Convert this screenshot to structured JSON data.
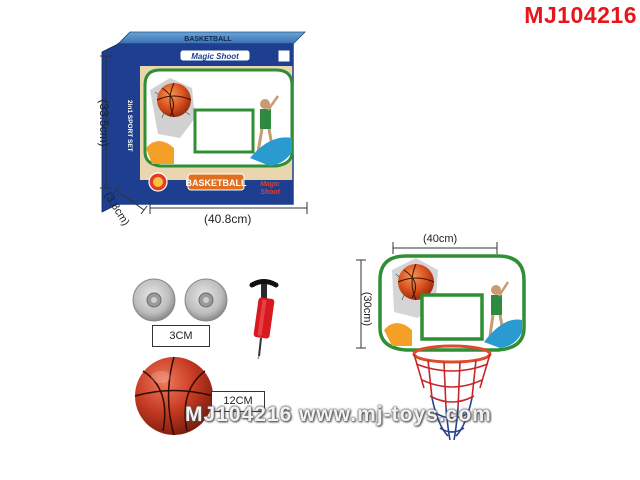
{
  "product": {
    "model_code": "MJ104216"
  },
  "package": {
    "dimensions": {
      "height": "(33.5cm)",
      "width": "(40.8cm)",
      "depth": "(3.8cm)"
    },
    "print": {
      "top_banner": "Magic Shoot",
      "side_text": "2in1 SPORT SET",
      "logo": "BASKETBALL",
      "badge": "Magic Shoot"
    }
  },
  "assembled": {
    "dimensions": {
      "width": "(40cm)",
      "height": "(30cm)"
    }
  },
  "accessories": {
    "suction_cup_size": "3CM",
    "ball_size": "12CM"
  },
  "watermark": "MJ104216 www.mj-toys.com",
  "colors": {
    "model_code": "#e8141b",
    "box_blue": "#1e3f8f",
    "box_tan": "#ead6ae",
    "board_green": "#2f8f34",
    "ball_orange": "#d9501f",
    "net_red": "#c8262b",
    "net_blue": "#27418e"
  }
}
